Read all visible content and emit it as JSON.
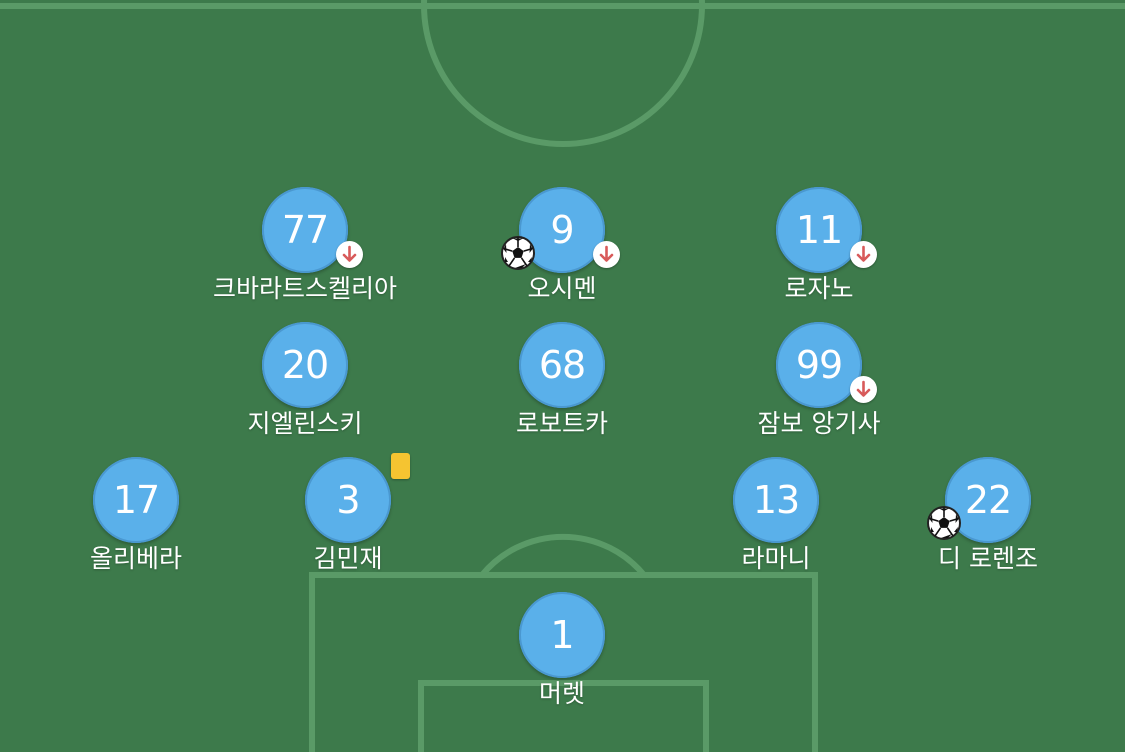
{
  "colors": {
    "pitch": "#3d7a4b",
    "lines": "#5a9a67",
    "player_disc": "#5ab0ea",
    "sub_arrow": "#d85a5a",
    "yellow_card": "#f5c431"
  },
  "players": [
    {
      "number": "77",
      "name": "크바라트스켈리아",
      "events": [
        "substituted-off"
      ]
    },
    {
      "number": "9",
      "name": "오시멘",
      "events": [
        "goal",
        "substituted-off"
      ]
    },
    {
      "number": "11",
      "name": "로자노",
      "events": [
        "substituted-off"
      ]
    },
    {
      "number": "20",
      "name": "지엘린스키",
      "events": []
    },
    {
      "number": "68",
      "name": "로보트카",
      "events": []
    },
    {
      "number": "99",
      "name": "잠보 앙기사",
      "events": [
        "substituted-off"
      ]
    },
    {
      "number": "17",
      "name": "올리베라",
      "events": []
    },
    {
      "number": "3",
      "name": "김민재",
      "events": [
        "yellow-card"
      ]
    },
    {
      "number": "13",
      "name": "라마니",
      "events": []
    },
    {
      "number": "22",
      "name": "디 로렌조",
      "events": [
        "goal"
      ]
    },
    {
      "number": "1",
      "name": "머렛",
      "events": []
    }
  ]
}
